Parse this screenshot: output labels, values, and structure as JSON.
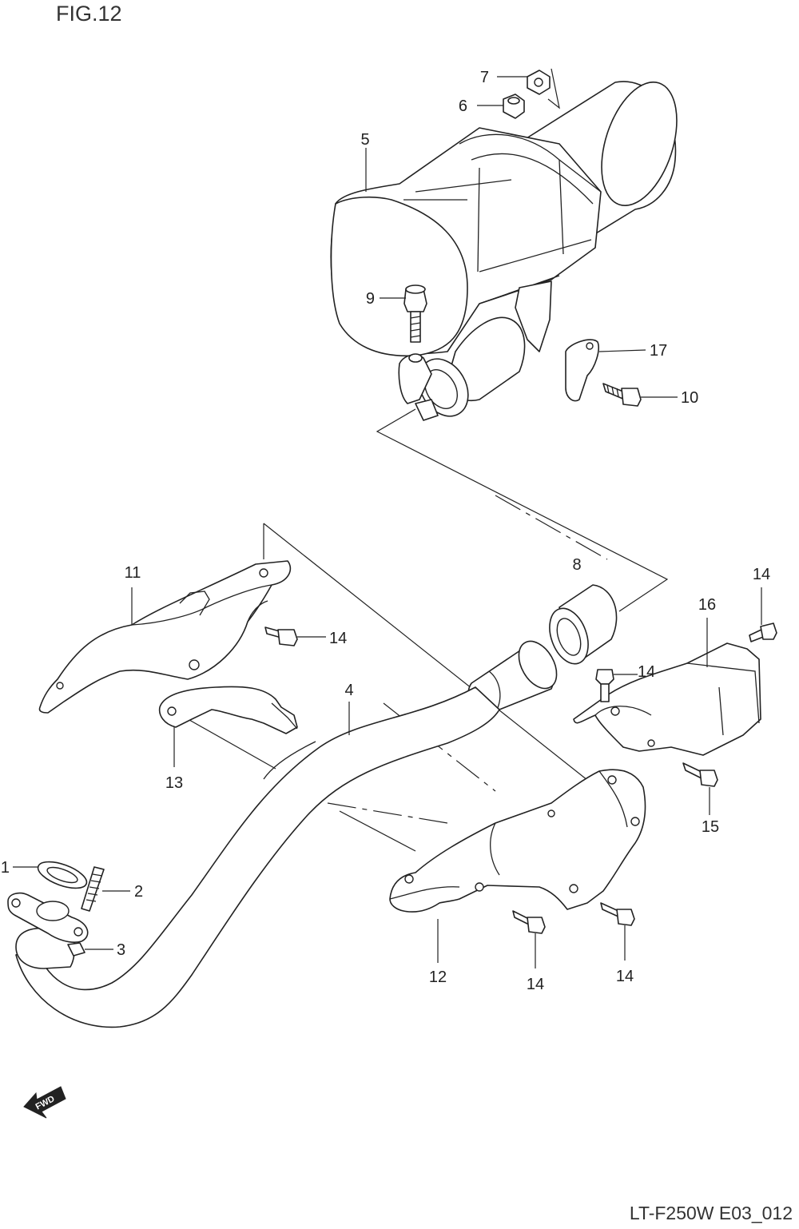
{
  "figure": {
    "title": "FIG.12",
    "code": "LT-F250W E03_012"
  },
  "fwd_label": "FWD",
  "callouts": [
    "1",
    "2",
    "3",
    "4",
    "5",
    "6",
    "7",
    "8",
    "9",
    "10",
    "11",
    "12",
    "13",
    "14",
    "15",
    "16",
    "17"
  ],
  "icons": {
    "direction": "forward-arrow-icon"
  }
}
